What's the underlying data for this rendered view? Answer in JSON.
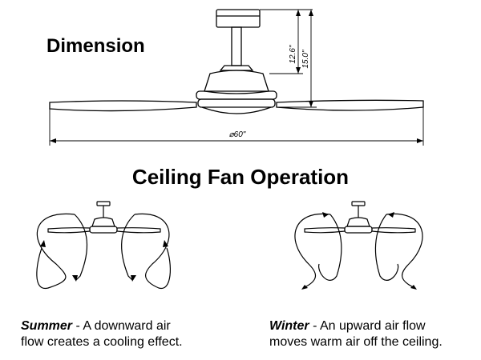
{
  "dimension": {
    "title": "Dimension",
    "height_small": "12.6\"",
    "height_total": "15.0\"",
    "diameter": "⌀60\""
  },
  "operation": {
    "title": "Ceiling Fan Operation",
    "summer": {
      "label": "Summer",
      "rest_line1": " - A downward air",
      "line2": "flow creates a cooling effect."
    },
    "winter": {
      "label": "Winter",
      "rest_line1": " - An upward air flow",
      "line2": "moves warm air off the ceiling."
    }
  }
}
